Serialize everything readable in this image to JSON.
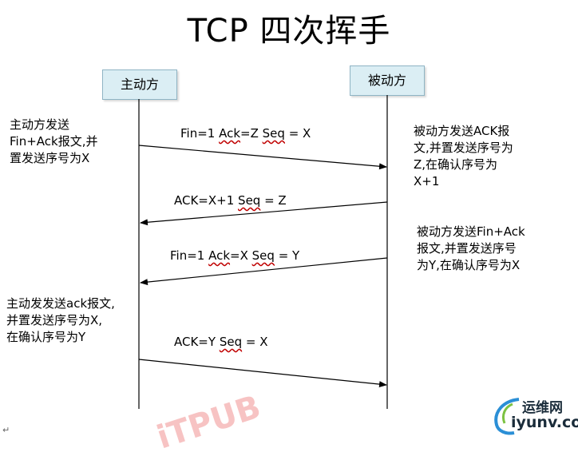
{
  "title": "TCP 四次挥手",
  "participants": {
    "active": "主动方",
    "passive": "被动方"
  },
  "notes": {
    "active_1": "主动方发送\nFin+Ack报文,并\n置发送序号为X",
    "passive_1": "被动方发送ACK报\n文,并置发送序号为\nZ,在确认序号为\nX+1",
    "passive_2": "被动方发送Fin+Ack\n报文,并置发送序号\n为Y,在确认序号为X",
    "active_2": "主动发发送ack报文,\n并置发送序号为X,\n在确认序号为Y"
  },
  "messages": [
    {
      "pre": "Fin=1 ",
      "ack": "Ack",
      "mid": "=Z ",
      "seq": "Seq",
      "post": " = X"
    },
    {
      "pre": "ACK=X+1 ",
      "ack": "",
      "mid": "",
      "seq": "Seq",
      "post": " = Z"
    },
    {
      "pre": "Fin=1 ",
      "ack": "Ack",
      "mid": "=X ",
      "seq": "Seq",
      "post": " = Y"
    },
    {
      "pre": "ACK=Y ",
      "ack": "",
      "mid": "",
      "seq": "Seq",
      "post": " = X"
    }
  ],
  "watermark": "iTPUB",
  "logo": {
    "top": "运维网",
    "bottom": "iyunv.com"
  },
  "corner_mark": "↵"
}
